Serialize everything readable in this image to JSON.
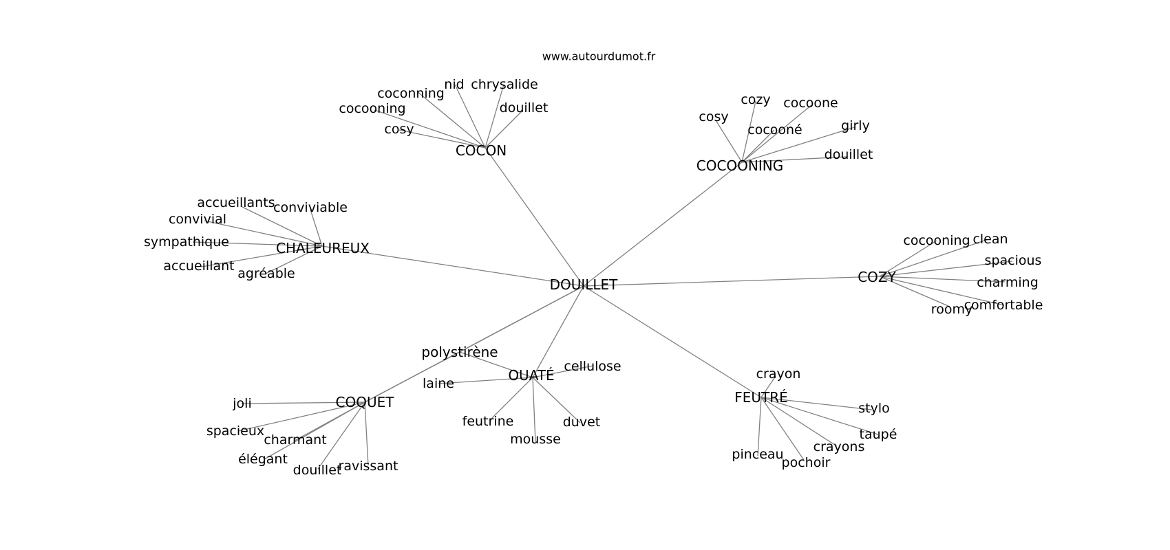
{
  "site_url": "www.autourdumot.fr",
  "graph": {
    "center": "DOUILLET",
    "hubs": [
      {
        "id": "cocon",
        "label": "COCON",
        "words": [
          "coconning",
          "nid",
          "chrysalide",
          "cocooning",
          "douillet",
          "cosy"
        ]
      },
      {
        "id": "cocooning",
        "label": "COCOONING",
        "words": [
          "cozy",
          "cocoone",
          "cosy",
          "cocooné",
          "girly",
          "douillet"
        ]
      },
      {
        "id": "chaleureux",
        "label": "CHALEUREUX",
        "words": [
          "accueillants",
          "conviviable",
          "convivial",
          "sympathique",
          "accueillant",
          "agréable"
        ]
      },
      {
        "id": "cozy",
        "label": "COZY",
        "words": [
          "cocooning",
          "clean",
          "spacious",
          "charming",
          "comfortable",
          "roomy"
        ]
      },
      {
        "id": "polystirene",
        "label": "polystirène",
        "words": []
      },
      {
        "id": "ouate",
        "label": "OUATÉ",
        "words": [
          "cellulose",
          "laine",
          "feutrine",
          "duvet",
          "mousse"
        ]
      },
      {
        "id": "coquet",
        "label": "COQUET",
        "words": [
          "joli",
          "spacieux",
          "charmant",
          "élégant",
          "douillet",
          "ravissant"
        ]
      },
      {
        "id": "feutre",
        "label": "FEUTRÉ",
        "words": [
          "crayon",
          "stylo",
          "taupé",
          "crayons",
          "pinceau",
          "pochoir"
        ]
      }
    ]
  }
}
